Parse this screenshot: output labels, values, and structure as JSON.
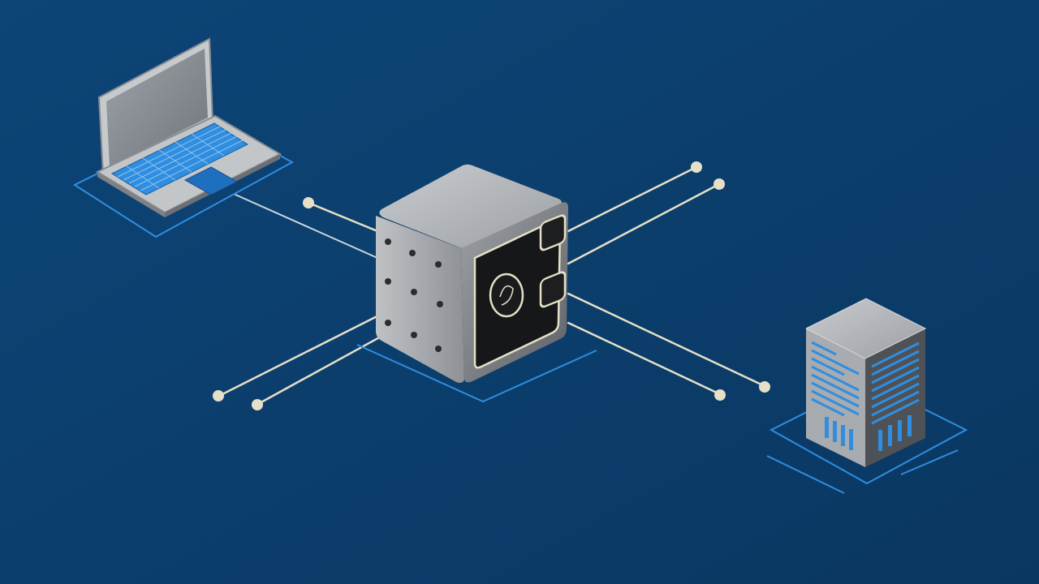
{
  "scene": {
    "background": "#0b3d6b",
    "line_color": "#e8e2cc",
    "accent_blue": "#2f8ee0",
    "metal_light": "#b9bcbf",
    "metal_mid": "#8f9296",
    "metal_dark": "#5d6166",
    "door_black": "#151617"
  },
  "objects": [
    {
      "name": "laptop",
      "icon": "laptop-icon"
    },
    {
      "name": "safe",
      "icon": "vault-safe-icon"
    },
    {
      "name": "server",
      "icon": "server-building-icon"
    }
  ]
}
